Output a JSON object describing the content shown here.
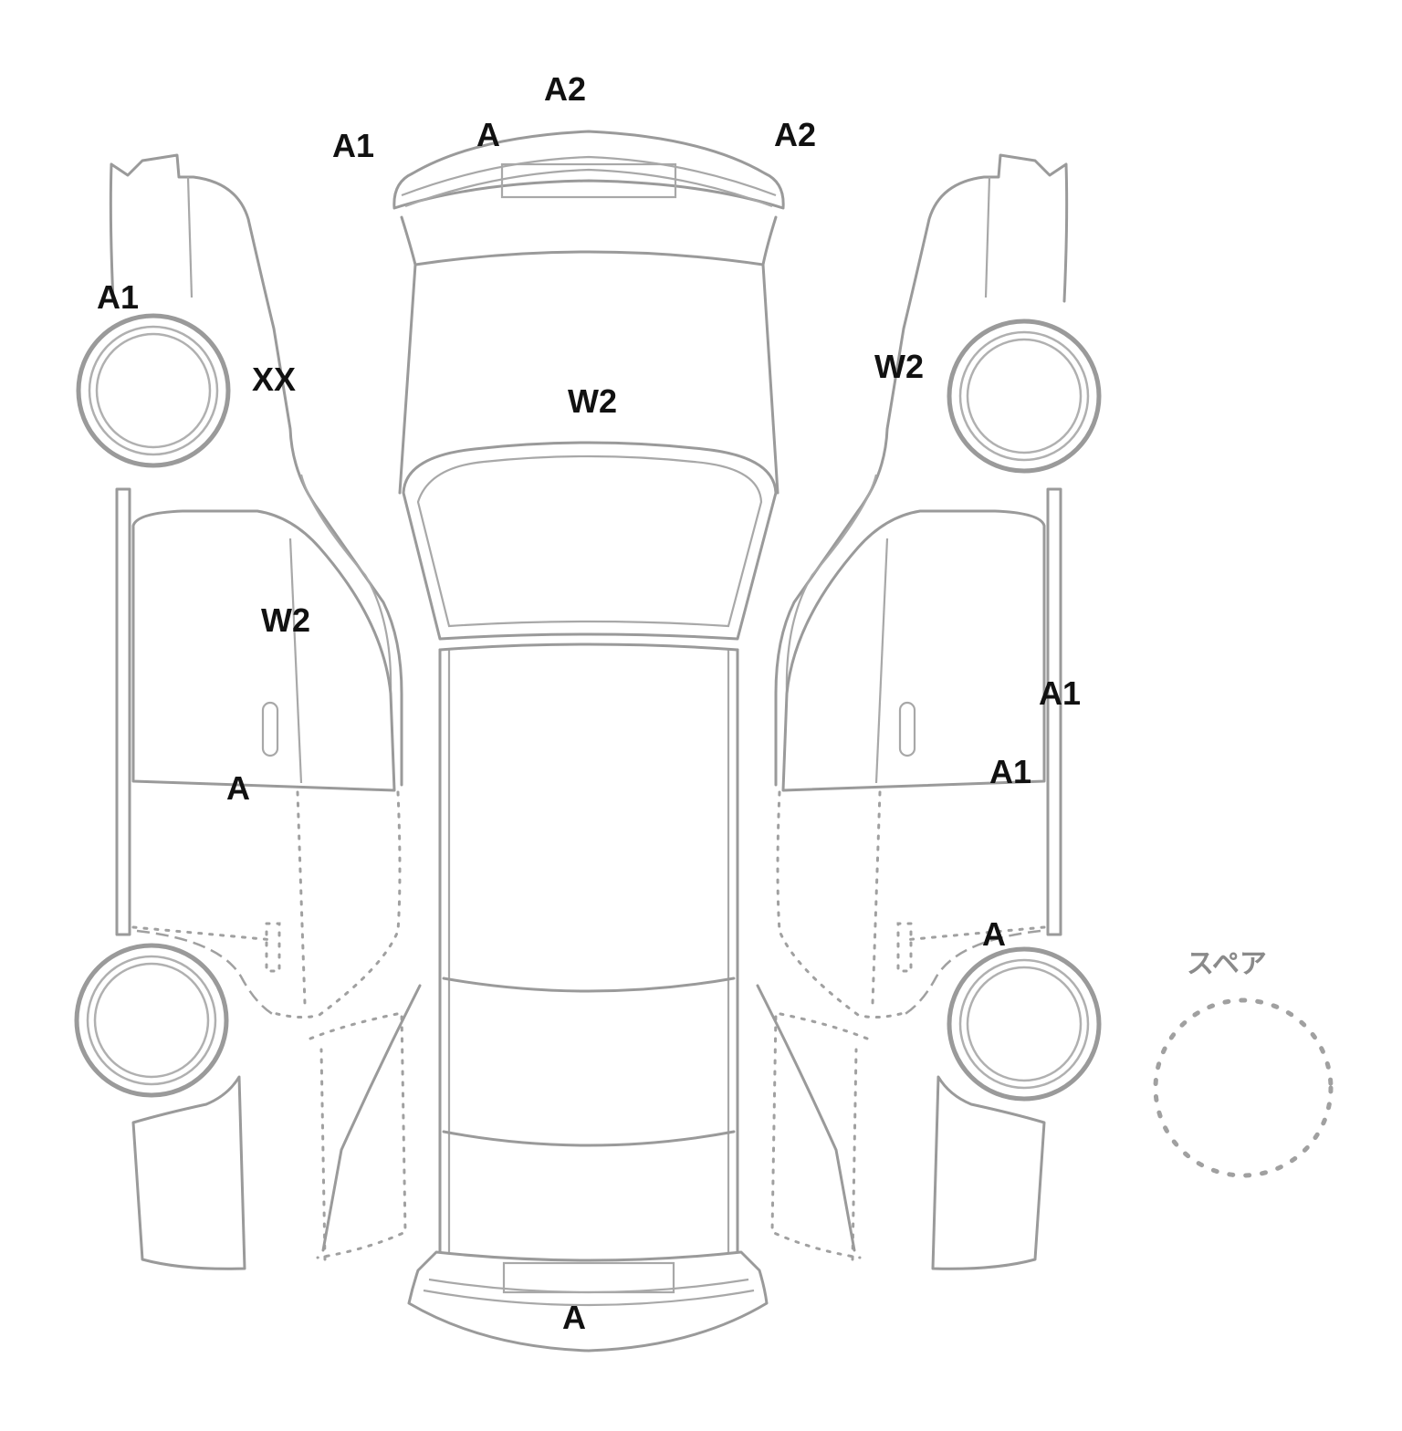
{
  "damage_marks": [
    {
      "id": "roof-a2",
      "code": "A2"
    },
    {
      "id": "front-bumper-left-a",
      "code": "A"
    },
    {
      "id": "front-bumper-right-a2",
      "code": "A2"
    },
    {
      "id": "left-top-a1",
      "code": "A1"
    },
    {
      "id": "left-front-fender-a1",
      "code": "A1"
    },
    {
      "id": "left-front-wheel-xx",
      "code": "XX"
    },
    {
      "id": "hood-w2",
      "code": "W2"
    },
    {
      "id": "right-front-w2",
      "code": "W2"
    },
    {
      "id": "left-front-door-w2",
      "code": "W2"
    },
    {
      "id": "left-door-a",
      "code": "A"
    },
    {
      "id": "right-pillar-a1",
      "code": "A1"
    },
    {
      "id": "right-door-a1",
      "code": "A1"
    },
    {
      "id": "right-rear-a",
      "code": "A"
    },
    {
      "id": "rear-bumper-a",
      "code": "A"
    }
  ],
  "spare": {
    "label": "スペア"
  },
  "colors": {
    "outline": "#9a9a9a",
    "mark": "#111111",
    "spare_label": "#8a8a8a"
  }
}
